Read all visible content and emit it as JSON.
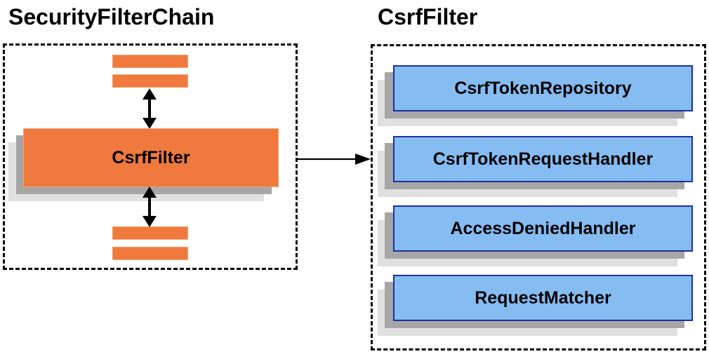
{
  "titles": {
    "left": "SecurityFilterChain",
    "right": "CsrfFilter"
  },
  "security_filter_chain": {
    "filter_box_label": "CsrfFilter"
  },
  "csrf_filter_components": {
    "items": [
      "CsrfTokenRepository",
      "CsrfTokenRequestHandler",
      "AccessDeniedHandler",
      "RequestMatcher"
    ]
  },
  "colors": {
    "orange": "#F0793D",
    "orange-border": "#F9A171",
    "blue": "#85BCF2",
    "blue-border": "#1F2F9E",
    "shadow-dark": "#A6A6A6",
    "shadow-light": "#E0E0E0",
    "line": "#000000"
  }
}
